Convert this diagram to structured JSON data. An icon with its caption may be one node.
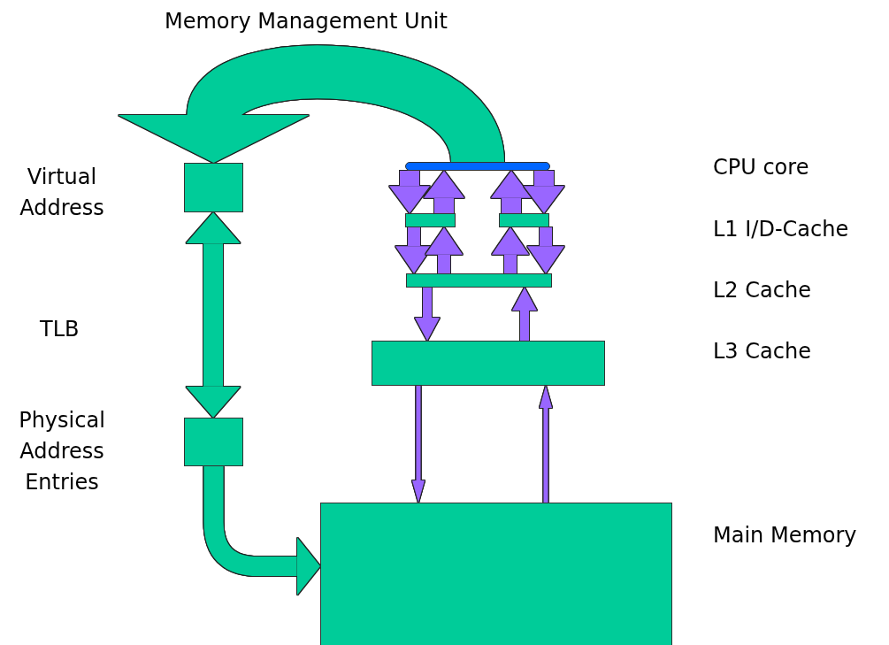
{
  "diagram": {
    "title": "Memory Management Unit",
    "nodes": [
      {
        "text": [],
        "shape": "box",
        "beside": [
          "Virtual Address"
        ]
      },
      {
        "text": [],
        "shape": "box",
        "beside": [
          "Physical Address Entries"
        ]
      },
      {
        "text": [],
        "shape": "bar"
      },
      {
        "text": [],
        "shape": "box"
      },
      {
        "text": [],
        "shape": "box"
      },
      {
        "text": [],
        "shape": "box"
      },
      {
        "text": [],
        "shape": "box"
      },
      {
        "text": [],
        "shape": "box",
        "beside": [
          "Main Memory"
        ]
      }
    ],
    "edges": [
      {
        "from": 2,
        "to": 0,
        "arrow": "to",
        "style": "thick",
        "color": "#00cc99"
      },
      {
        "from": 0,
        "to": 1,
        "arrow": "both",
        "color": "#00cc99"
      },
      {
        "from": 1,
        "to": 7,
        "arrow": "to",
        "color": "#00cc99"
      },
      {
        "from": 2,
        "to": 3,
        "arrow": "to"
      },
      {
        "from": 3,
        "to": 2,
        "arrow": "to"
      },
      {
        "from": 4,
        "to": 2,
        "arrow": "to"
      },
      {
        "from": 2,
        "to": 4,
        "arrow": "to"
      },
      {
        "from": 3,
        "to": 5,
        "arrow": "to"
      },
      {
        "from": 5,
        "to": 3,
        "arrow": "to"
      },
      {
        "from": 5,
        "to": 4,
        "arrow": "to"
      },
      {
        "from": 4,
        "to": 5,
        "arrow": "to"
      },
      {
        "from": 5,
        "to": 6,
        "arrow": "to"
      },
      {
        "from": 6,
        "to": 5,
        "arrow": "to"
      },
      {
        "from": 6,
        "to": 7,
        "arrow": "to"
      },
      {
        "from": 7,
        "to": 6,
        "arrow": "to"
      }
    ],
    "labels": [
      "CPU core",
      "L1 I/D-Cache",
      "L2 Cache",
      "TLB",
      "L3 Cache"
    ]
  }
}
